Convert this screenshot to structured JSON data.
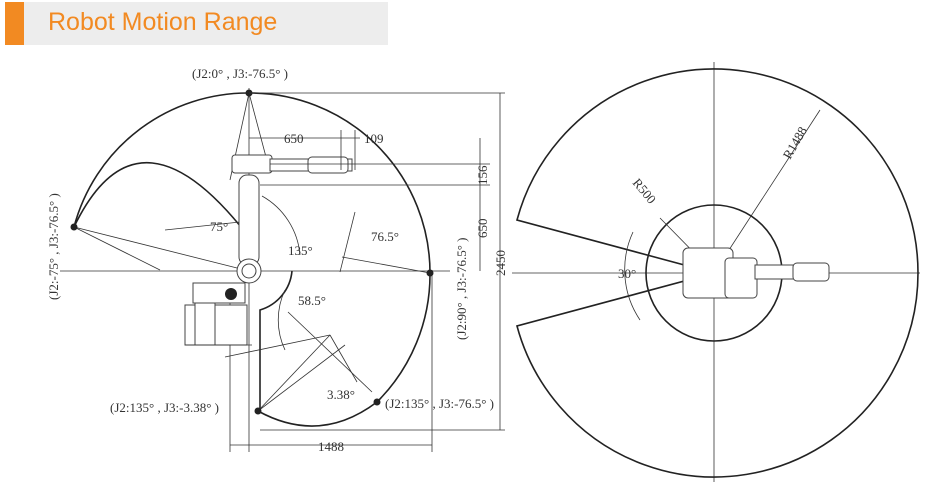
{
  "header": {
    "title": "Robot Motion Range",
    "accent_color": "#f28a22"
  },
  "side_view": {
    "poses": {
      "top": "(J2:0° , J3:-76.5° )",
      "left": "(J2:-75° , J3:-76.5° )",
      "right": "(J2:90° , J3:-76.5° )",
      "bottom_left": "(J2:135° , J3:-3.38° )",
      "bottom_right": "(J2:135° , J3:-76.5° )"
    },
    "angles": {
      "a75": "75°",
      "a135": "135°",
      "a76_5": "76.5°",
      "a58_5": "58.5°",
      "a3_38": "3.38°"
    },
    "dimensions": {
      "d650_h": "650",
      "d109": "109",
      "d156": "156",
      "d650_v": "650",
      "d2450": "2450",
      "d1488": "1488"
    }
  },
  "top_view": {
    "r_outer": "R1488",
    "r_inner": "R500",
    "angle": "30°"
  }
}
